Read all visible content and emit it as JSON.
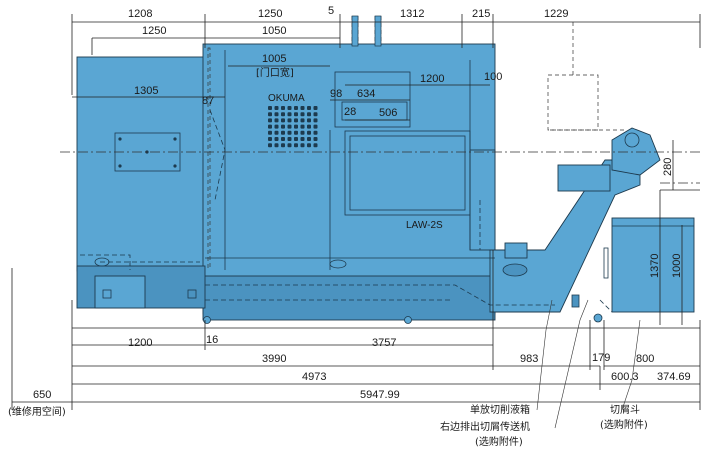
{
  "diagram": {
    "brand_label": "OKUMA",
    "model_label": "LAW-2S",
    "door_label": "1005",
    "door_sub_label": "[门口宽]",
    "top_dims": [
      "1208",
      "1250",
      "5",
      "1312",
      "215",
      "1229"
    ],
    "second_dims": [
      "1250",
      "1050"
    ],
    "inner_dims": [
      "1305",
      "634",
      "506",
      "1200",
      "100"
    ],
    "small_dims": [
      "87",
      "98",
      "28"
    ],
    "right_dims": [
      "280",
      "1370",
      "1000"
    ],
    "bottom_row1": [
      "1200",
      "16",
      "3757"
    ],
    "bottom_row2": [
      "3990",
      "983",
      "179",
      "800"
    ],
    "bottom_row3": [
      "4973",
      "600.3",
      "374.69"
    ],
    "bottom_row4": [
      "650",
      "5947.99"
    ],
    "callouts": {
      "maintenance": "(维修用空间)",
      "coolant_tank": "单放切削液箱",
      "chip_conveyor_line1": "右边排出切屑传送机",
      "chip_conveyor_line2": "(选购附件)",
      "chip_bucket_line1": "切屑斗",
      "chip_bucket_line2": "(选购附件)"
    }
  }
}
